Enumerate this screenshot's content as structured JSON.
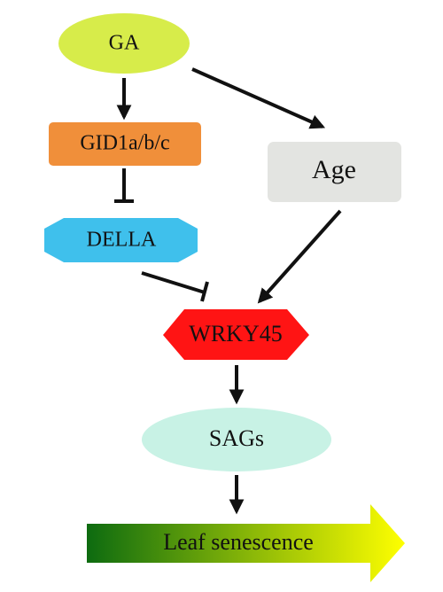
{
  "nodes": {
    "ga": {
      "label": "GA",
      "color": "#d7ec4a"
    },
    "gid1": {
      "label": "GID1a/b/c",
      "color": "#f08f3a"
    },
    "della": {
      "label": "DELLA",
      "color": "#3fc0ec"
    },
    "age": {
      "label": "Age",
      "color": "#e3e4e1"
    },
    "wrky45": {
      "label": "WRKY45",
      "color": "#ff1414"
    },
    "sags": {
      "label": "SAGs",
      "color": "#c8f2e5"
    },
    "leaf_senescence": {
      "label": "Leaf senescence",
      "color_start": "#0d6b10",
      "color_end": "#ffff00"
    }
  },
  "edges": [
    {
      "from": "GA",
      "to": "GID1a/b/c",
      "type": "activation"
    },
    {
      "from": "GA",
      "to": "Age",
      "type": "activation"
    },
    {
      "from": "GID1a/b/c",
      "to": "DELLA",
      "type": "inhibition"
    },
    {
      "from": "DELLA",
      "to": "WRKY45",
      "type": "inhibition"
    },
    {
      "from": "Age",
      "to": "WRKY45",
      "type": "activation"
    },
    {
      "from": "WRKY45",
      "to": "SAGs",
      "type": "activation"
    },
    {
      "from": "SAGs",
      "to": "Leaf senescence",
      "type": "activation"
    }
  ],
  "colors": {
    "arrow": "#111111"
  }
}
